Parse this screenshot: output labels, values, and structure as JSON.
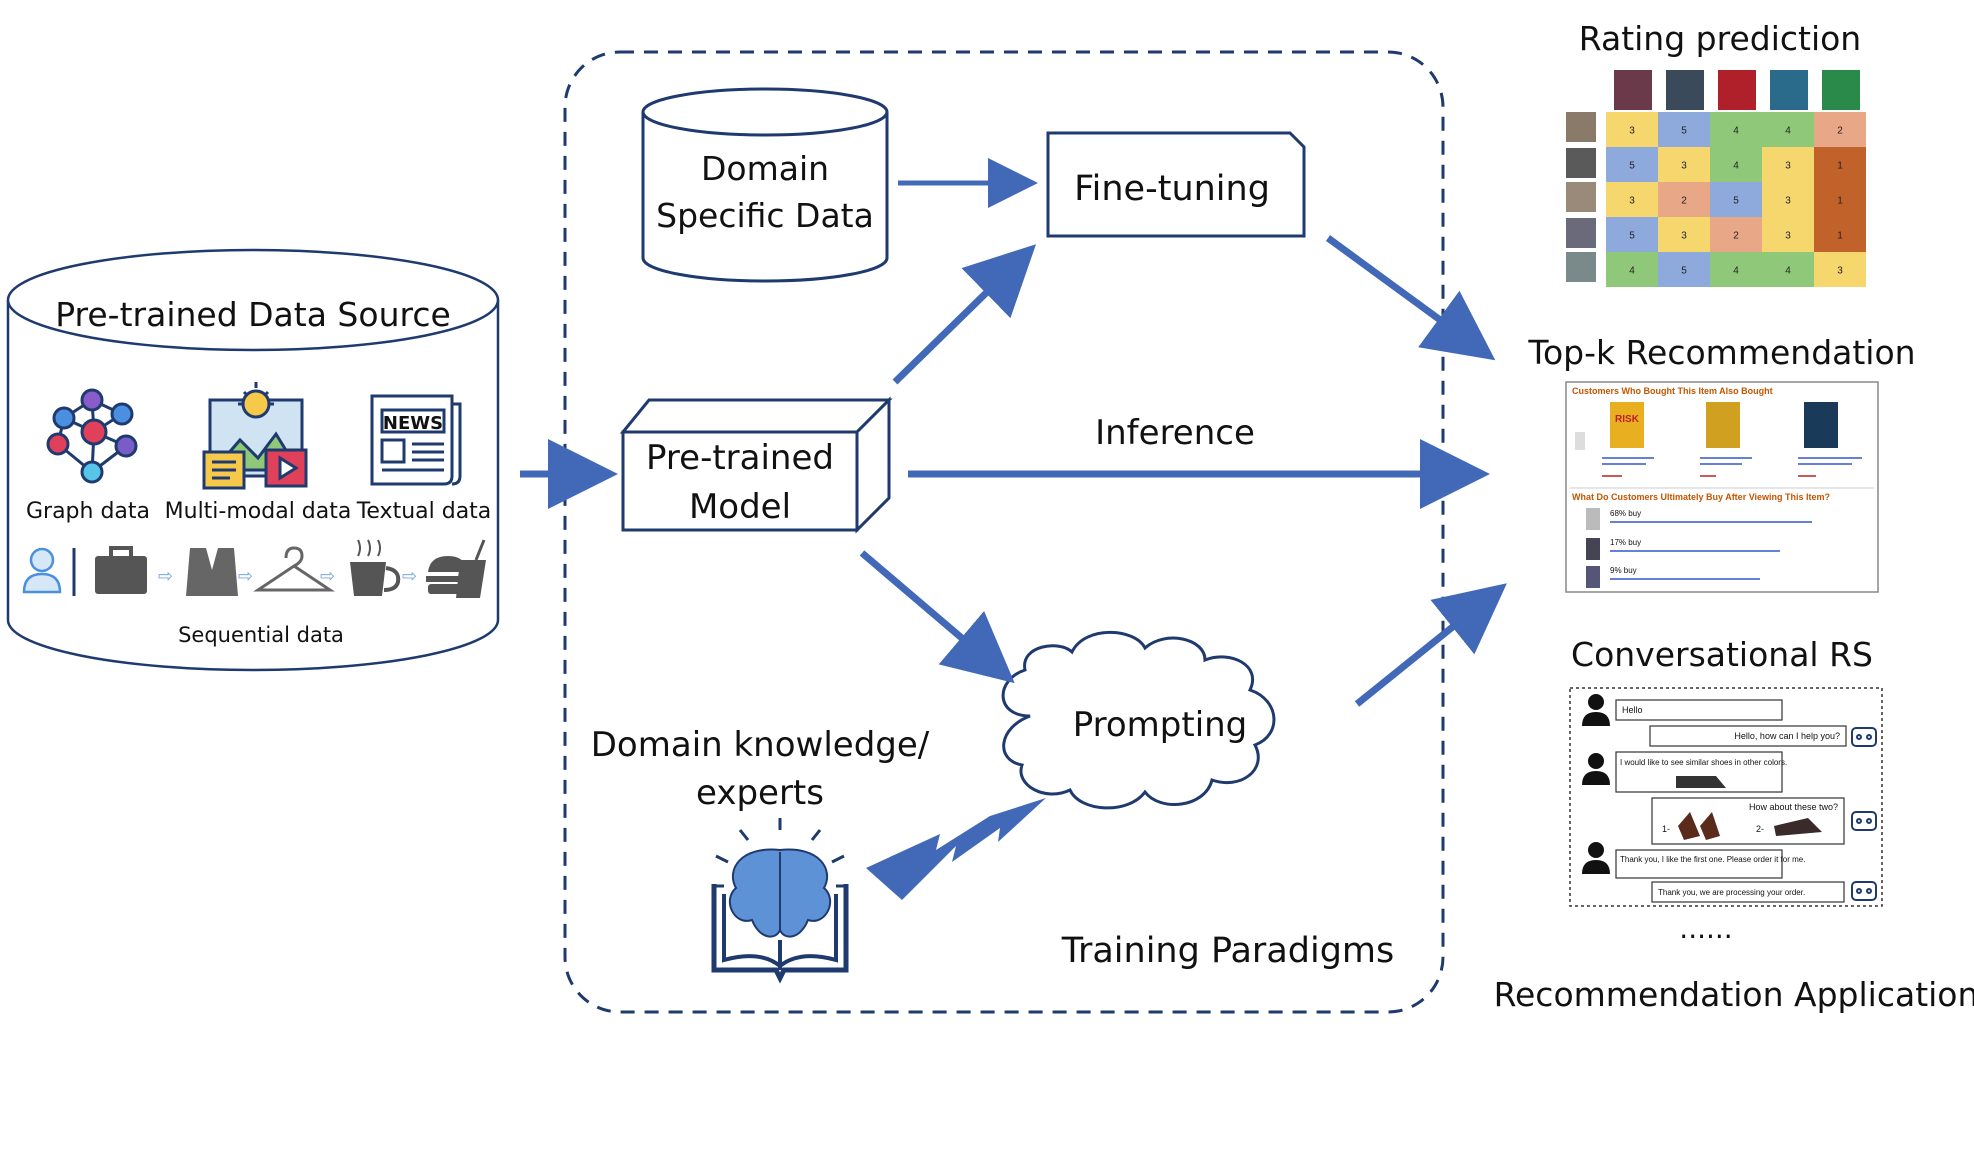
{
  "pretrained_source": {
    "title": "Pre-trained Data Source",
    "graph_label": "Graph data",
    "multimodal_label": "Multi-modal data",
    "textual_label": "Textual data",
    "sequential_label": "Sequential data",
    "news_icon_text": "NEWS"
  },
  "training": {
    "domain_data": [
      "Domain",
      "Specific Data"
    ],
    "fine_tuning": "Fine-tuning",
    "pretrained_model": [
      "Pre-trained",
      "Model"
    ],
    "inference": "Inference",
    "prompting": "Prompting",
    "domain_knowledge": [
      "Domain knowledge/",
      "experts"
    ],
    "paradigms": "Training Paradigms"
  },
  "applications": {
    "rating_title": "Rating prediction",
    "topk_title": "Top-k Recommendation",
    "conv_title": "Conversational RS",
    "ellipsis": "......",
    "footer": "Recommendation Application"
  },
  "rating_matrix": {
    "values": [
      [
        3,
        5,
        4,
        4,
        2
      ],
      [
        5,
        3,
        4,
        3,
        1
      ],
      [
        3,
        2,
        5,
        3,
        1
      ],
      [
        5,
        3,
        2,
        3,
        1
      ],
      [
        4,
        5,
        4,
        4,
        3
      ]
    ],
    "colors": {
      "1": "#c0622a",
      "2": "#e8a887",
      "3": "#f5d76e",
      "4": "#8fc878",
      "5": "#8ea9db"
    }
  },
  "topk": {
    "header1": "Customers Who Bought This Item Also Bought",
    "book1_cover": "RISK",
    "header2": "What Do Customers Ultimately Buy After Viewing This Item?",
    "pcts": [
      "68% buy",
      "17% buy",
      "9% buy"
    ]
  },
  "conversation": {
    "messages": [
      "Hello",
      "Hello, how can I help you?",
      "I would like to see similar shoes in other colors.",
      "How about these two?",
      "Thank you, I like the first one. Please order it for me.",
      "Thank you, we are processing your order."
    ],
    "option1": "1-",
    "option2": "2-"
  },
  "colors": {
    "arrow": "#4169b8",
    "outline": "#1e3a6e"
  }
}
